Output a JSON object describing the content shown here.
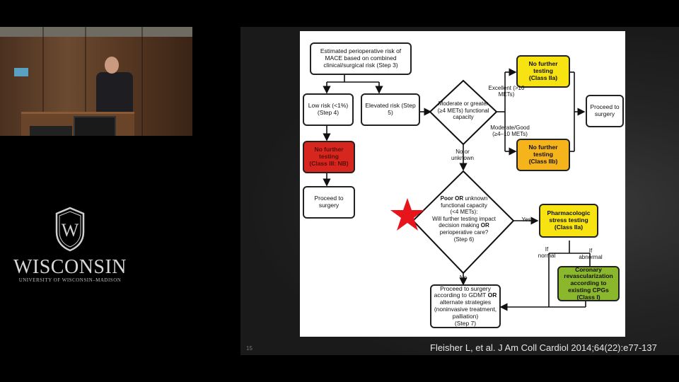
{
  "logo": {
    "wordmark": "WISCONSIN",
    "subtitle": "UNIVERSITY OF WISCONSIN–MADISON",
    "crest_letter": "W"
  },
  "slide": {
    "number": "15",
    "citation": "Fleisher L, et al. J Am Coll Cardiol 2014;64(22):e77-137"
  },
  "flow": {
    "start": "Estimated perioperative risk of MACE based on combined clinical/surgical risk (Step 3)",
    "low_risk": "Low risk (<1%) (Step 4)",
    "elevated_risk": "Elevated risk (Step 5)",
    "capacity_q": "Moderate or greater (≥4 METs) functional capacity",
    "excellent": "Excellent (>10 METs)",
    "moderate_good": "Moderate/Good (≥4–10 METs)",
    "no_testing_2a_l1": "No further",
    "no_testing_2a_l2": "testing",
    "no_testing_2a_l3": "(Class IIa)",
    "no_testing_2b_l1": "No further",
    "no_testing_2b_l2": "testing",
    "no_testing_2b_l3": "(Class IIb)",
    "proceed_right": "Proceed to surgery",
    "no_testing_red_l1": "No further",
    "no_testing_red_l2": "testing",
    "no_testing_red_l3": "(Class III: NB)",
    "proceed_left": "Proceed to surgery",
    "no_or_unknown": "No or unknown",
    "poor_l1": "Poor",
    "poor_or": "OR",
    "poor_l1b": "unknown",
    "poor_l2": "functional capacity",
    "poor_l3": "(<4 METs):",
    "poor_l4": "Will further testing impact",
    "poor_l5a": "decision making",
    "poor_l5b": "OR",
    "poor_l6": "perioperative care?",
    "poor_l7": "(Step 6)",
    "yes": "Yes",
    "pharm_l1": "Pharmacologic",
    "pharm_l2": "stress testing",
    "pharm_l3": "(Class IIa)",
    "if_normal": "If normal",
    "if_abnormal": "If abnormal",
    "coronary_l1": "Coronary",
    "coronary_l2": "revascularization",
    "coronary_l3": "according to",
    "coronary_l4": "existing CPGs",
    "coronary_l5": "(Class I)",
    "no": "No",
    "final_l1": "Proceed to surgery",
    "final_l2a": "according to GDMT",
    "final_l2b": "OR",
    "final_l3": "alternate strategies",
    "final_l4": "(noninvasive treatment,",
    "final_l5": "palliation)",
    "final_l6": "(Step 7)"
  },
  "colors": {
    "yellow": "#f7e312",
    "orange": "#f5b41b",
    "red": "#d7261e",
    "green": "#8bb72c",
    "star": "#e8141b"
  }
}
